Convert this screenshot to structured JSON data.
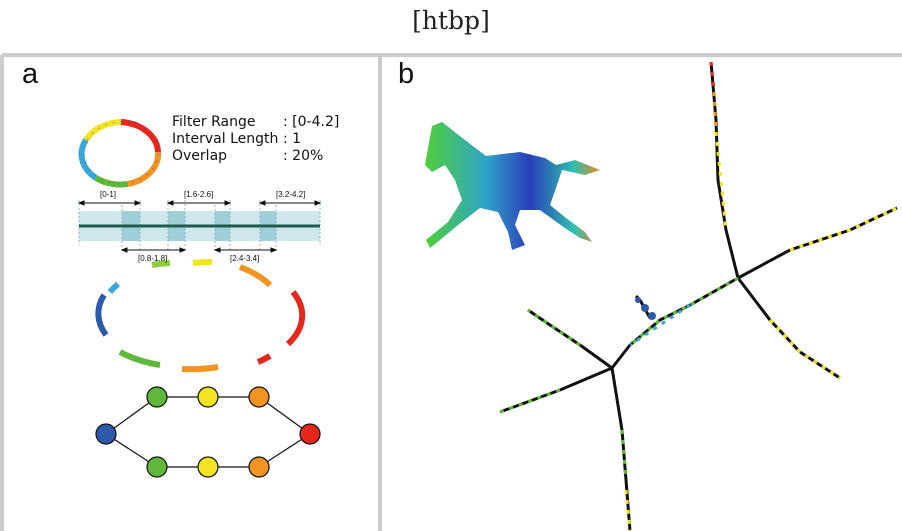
{
  "caption": "[htbp]",
  "panels": {
    "a": {
      "letter": "a"
    },
    "b": {
      "letter": "b"
    }
  },
  "filter_info": {
    "rows": [
      {
        "key": "Filter Range",
        "value": ": [0-4.2]"
      },
      {
        "key": "Interval Length",
        "value": ": 1"
      },
      {
        "key": "Overlap",
        "value": ": 20%"
      }
    ]
  },
  "intervals": {
    "top": [
      "[0-1]",
      "[1.6-2.6]",
      "[3.2-4.2]"
    ],
    "bottom": [
      "[0.8-1.8]",
      "[2.4-3.4]"
    ]
  },
  "colors": {
    "blue": "#2d5aa8",
    "green": "#5fb83a",
    "yellow": "#f2e422",
    "orange": "#f29322",
    "red": "#e5271d",
    "bar_fill": "#cfe7ec",
    "bar_line": "#1f5b4c",
    "panel_border": "#cccccc"
  },
  "graph_nodes": [
    {
      "id": "n-blue",
      "color": "blue"
    },
    {
      "id": "n-green-top",
      "color": "green"
    },
    {
      "id": "n-yellow-top",
      "color": "yellow"
    },
    {
      "id": "n-orange-top",
      "color": "orange"
    },
    {
      "id": "n-red",
      "color": "red"
    },
    {
      "id": "n-green-bottom",
      "color": "green"
    },
    {
      "id": "n-yellow-bottom",
      "color": "yellow"
    },
    {
      "id": "n-orange-bottom",
      "color": "orange"
    }
  ]
}
